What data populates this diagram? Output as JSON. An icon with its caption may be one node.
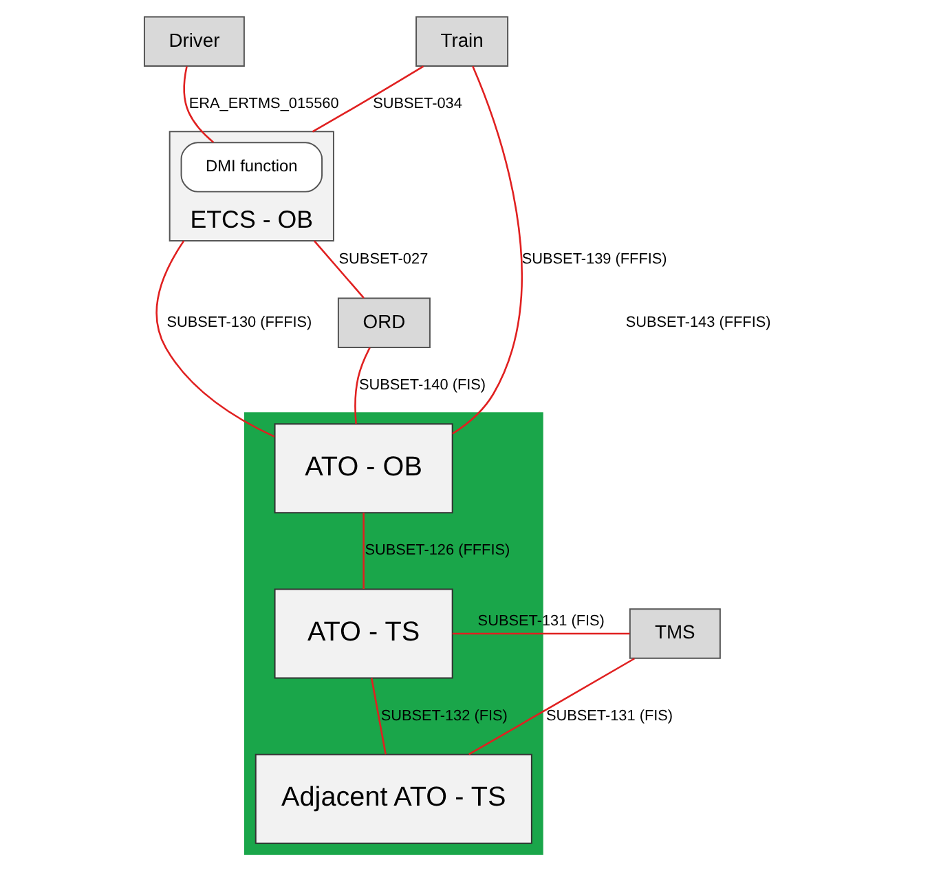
{
  "diagram": {
    "nodes": [
      {
        "text": [
          "Driver"
        ]
      },
      {
        "text": [
          "Train"
        ]
      },
      {
        "text": [
          "ETCS - OB"
        ]
      },
      {
        "text": [
          "DMI function"
        ],
        "in": 2
      },
      {
        "text": [],
        "shape": "box"
      },
      {
        "text": [
          "ATO - OB"
        ],
        "in": 4
      },
      {
        "text": [
          "ORD"
        ]
      },
      {
        "text": [
          "ATO - TS"
        ],
        "in": 4
      },
      {
        "text": [
          "TMS"
        ]
      },
      {
        "text": [
          "Adjacent ATO - TS"
        ],
        "in": 4
      }
    ],
    "edges": [
      {
        "from": 0,
        "to": 3,
        "arrow": "none",
        "label": "ERA_ERTMS_015560"
      },
      {
        "from": 1,
        "to": 2,
        "arrow": "none",
        "label": "SUBSET-034"
      },
      {
        "from": 1,
        "to": 5,
        "arrow": "none",
        "label": "SUBSET-139 (FFFIS)"
      },
      {
        "from": 2,
        "to": 5,
        "arrow": "none",
        "label": "SUBSET-130 (FFFIS)"
      },
      {
        "from": 2,
        "to": 6,
        "arrow": "none",
        "label": "SUBSET-027"
      },
      {
        "from": 6,
        "to": 5,
        "arrow": "none",
        "label": "SUBSET-140 (FIS)"
      },
      {
        "from": 5,
        "to": 7,
        "arrow": "none",
        "label": "SUBSET-126 (FFFIS)"
      },
      {
        "from": 8,
        "to": 7,
        "arrow": "none",
        "label": "SUBSET-131 (FIS)"
      },
      {
        "from": 7,
        "to": 9,
        "arrow": "none",
        "label": "SUBSET-132 (FIS)"
      },
      {
        "from": 8,
        "to": 9,
        "arrow": "none",
        "label": "SUBSET-131 (FIS)"
      }
    ],
    "labels": [
      "SUBSET-143 (FFFIS)"
    ]
  }
}
